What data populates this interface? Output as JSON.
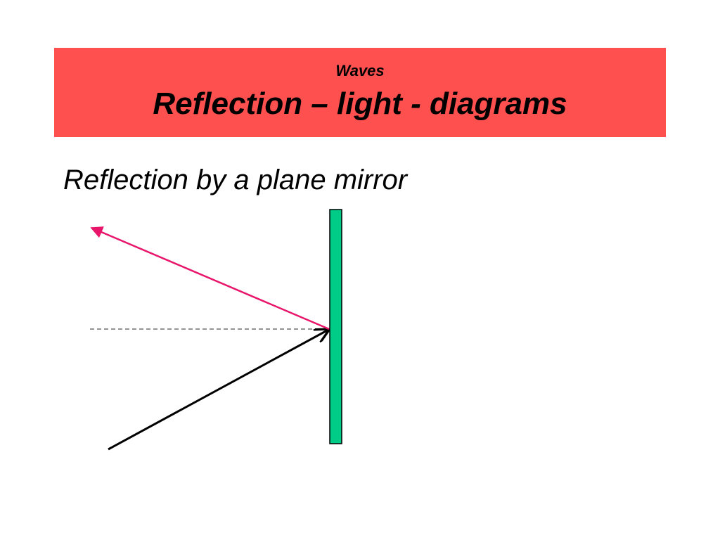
{
  "slide": {
    "subtitle": "Waves",
    "title": "Reflection – light - diagrams",
    "body_text": "Reflection by a plane mirror"
  },
  "colors": {
    "banner": "#ff5050",
    "mirror_fill": "#00cc88",
    "incident_ray": "#000000",
    "reflected_ray": "#e8156b",
    "normal_line": "#555555"
  },
  "diagram": {
    "elements": [
      "plane-mirror",
      "incident-ray",
      "reflected-ray",
      "normal-line"
    ]
  }
}
